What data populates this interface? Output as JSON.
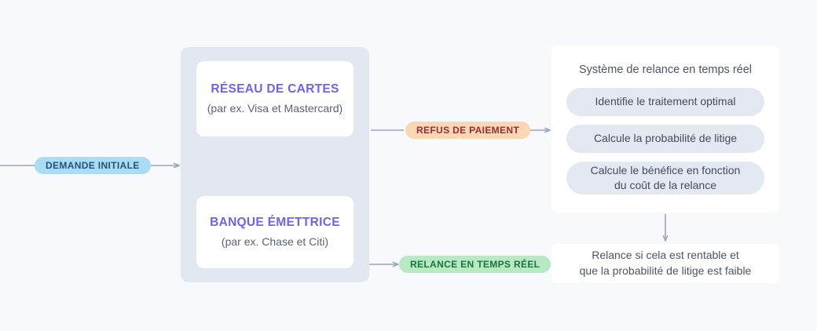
{
  "theme": {
    "background": "#f7f9fc",
    "panel_grey": "#e3e7f0",
    "card_white": "#ffffff",
    "accent_violet": "#6c63f0",
    "text_slate": "#4c5468",
    "connector_grey": "#9aa6bb",
    "pill_blue_bg": "#a9dcf5",
    "pill_blue_text": "#27517a",
    "pill_orange_bg": "#fbd7b4",
    "pill_orange_text": "#9c2a34",
    "pill_green_bg": "#b7e9c3",
    "pill_green_text": "#1c7340",
    "step_pill_bg": "#e4e8f0"
  },
  "flow_labels": {
    "initial_request": "DEMANDE INITIALE",
    "payment_refusal": "REFUS DE PAIEMENT",
    "realtime_retry": "RELANCE EN TEMPS RÉEL"
  },
  "payment_group": {
    "card_network": {
      "title": "RÉSEAU DE CARTES",
      "subtitle": "(par ex. Visa et Mastercard)"
    },
    "issuing_bank": {
      "title": "BANQUE ÉMETTRICE",
      "subtitle": "(par ex. Chase et Citi)"
    }
  },
  "retry_system": {
    "title": "Système de relance en temps réel",
    "steps": [
      {
        "label": "Identifie le traitement optimal"
      },
      {
        "label": "Calcule la probabilité de litige"
      },
      {
        "label": "Calcule le bénéfice en fonction\ndu coût de la relance"
      }
    ]
  },
  "outcome": {
    "line1": "Relance si cela est rentable et",
    "line2": "que la probabilité de litige est faible"
  }
}
